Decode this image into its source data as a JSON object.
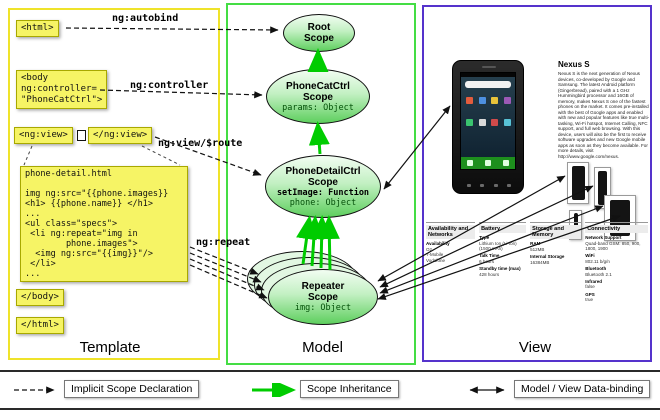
{
  "panels": {
    "template": {
      "label": "Template"
    },
    "model": {
      "label": "Model"
    },
    "view": {
      "label": "View"
    }
  },
  "template": {
    "html_open": "<html>",
    "autobind_label": "ng:autobind",
    "body_open": "<body\nng:controller=\n\"PhoneCatCtrl\">",
    "controller_label": "ng:controller",
    "ngview_open": "<ng:view>",
    "ngview_close": "</ng:view>",
    "ngview_label": "ng:view/$route",
    "detail_code": "phone-detail.html\n\nimg ng:src=\"{{phone.images}}\n<h1> {{phone.name}} </h1>\n...\n<ul class=\"specs\">\n <li ng:repeat=\"img in\n        phone.images\">\n  <img ng:src=\"{{img}}\"/>\n </li>\n...",
    "repeat_label": "ng:repeat",
    "body_close": "</body>",
    "html_close": "</html>"
  },
  "model": {
    "root_scope": {
      "title": "Root\nScope"
    },
    "phonecat_scope": {
      "title": "PhoneCatCtrl\nScope",
      "prop1": "params: Object"
    },
    "phonedetail_scope": {
      "title": "PhoneDetailCtrl\nScope",
      "prop_bold": "setImage: Function",
      "prop1": "phone: Object"
    },
    "repeater_scope": {
      "title": "Repeater\nScope",
      "prop1": "img: Object"
    }
  },
  "view": {
    "phone_title": "Nexus S",
    "description": "Nexus S is the next generation of Nexus devices, co-developed by Google and Samsung. The latest Android platform (Gingerbread), paired with a 1 GHz Hummingbird processor and 16GB of memory, makes Nexus S one of the fastest phones on the market. It comes pre-installed with the best of Google apps and enabled with new and popular features like true multi-tasking, Wi-Fi hotspot, Internet Calling, NFC support, and full web browsing. With this device, users will also be the first to receive software upgrades and new Google mobile apps as soon as they become available. For more details, visit http://www.google.com/nexus.",
    "specs": [
      {
        "heading": "Availability and Networks",
        "rows": [
          {
            "t": "Availability",
            "b": true
          },
          {
            "t": "O2",
            "b": false
          },
          {
            "t": "T-Mobile",
            "b": false
          },
          {
            "t": "Vodafone",
            "b": false
          }
        ]
      },
      {
        "heading": "Battery",
        "rows": [
          {
            "t": "Type",
            "b": true
          },
          {
            "t": "Lithium Ion (Li-Ion) (1500 mAh)",
            "b": false
          },
          {
            "t": "Talk Time",
            "b": true
          },
          {
            "t": "6 hours",
            "b": false
          },
          {
            "t": "Standby time (max)",
            "b": true
          },
          {
            "t": "428 hours",
            "b": false
          }
        ]
      },
      {
        "heading": "Storage and Memory",
        "rows": [
          {
            "t": "RAM",
            "b": true
          },
          {
            "t": "512MB",
            "b": false
          },
          {
            "t": "Internal Storage",
            "b": true
          },
          {
            "t": "16384MB",
            "b": false
          }
        ]
      },
      {
        "heading": "Connectivity",
        "rows": [
          {
            "t": "Network Support",
            "b": true
          },
          {
            "t": "Quad-band GSM: 850, 900, 1800, 1900",
            "b": false
          },
          {
            "t": "WiFi",
            "b": true
          },
          {
            "t": "802.11 b/g/n",
            "b": false
          },
          {
            "t": "Bluetooth",
            "b": true
          },
          {
            "t": "Bluetooth 2.1",
            "b": false
          },
          {
            "t": "Infrared",
            "b": true
          },
          {
            "t": "false",
            "b": false
          },
          {
            "t": "GPS",
            "b": true
          },
          {
            "t": "true",
            "b": false
          }
        ]
      }
    ]
  },
  "legend": {
    "implicit": "Implicit Scope Declaration",
    "inheritance": "Scope Inheritance",
    "binding": "Model / View Data-binding"
  },
  "colors": {
    "template_border": "#efe32a",
    "model_border": "#44dd44",
    "view_border": "#5533cc",
    "scope_green": "#5ecf5e",
    "arrow_green": "#00cc00",
    "code_yellow": "#f6f465"
  }
}
